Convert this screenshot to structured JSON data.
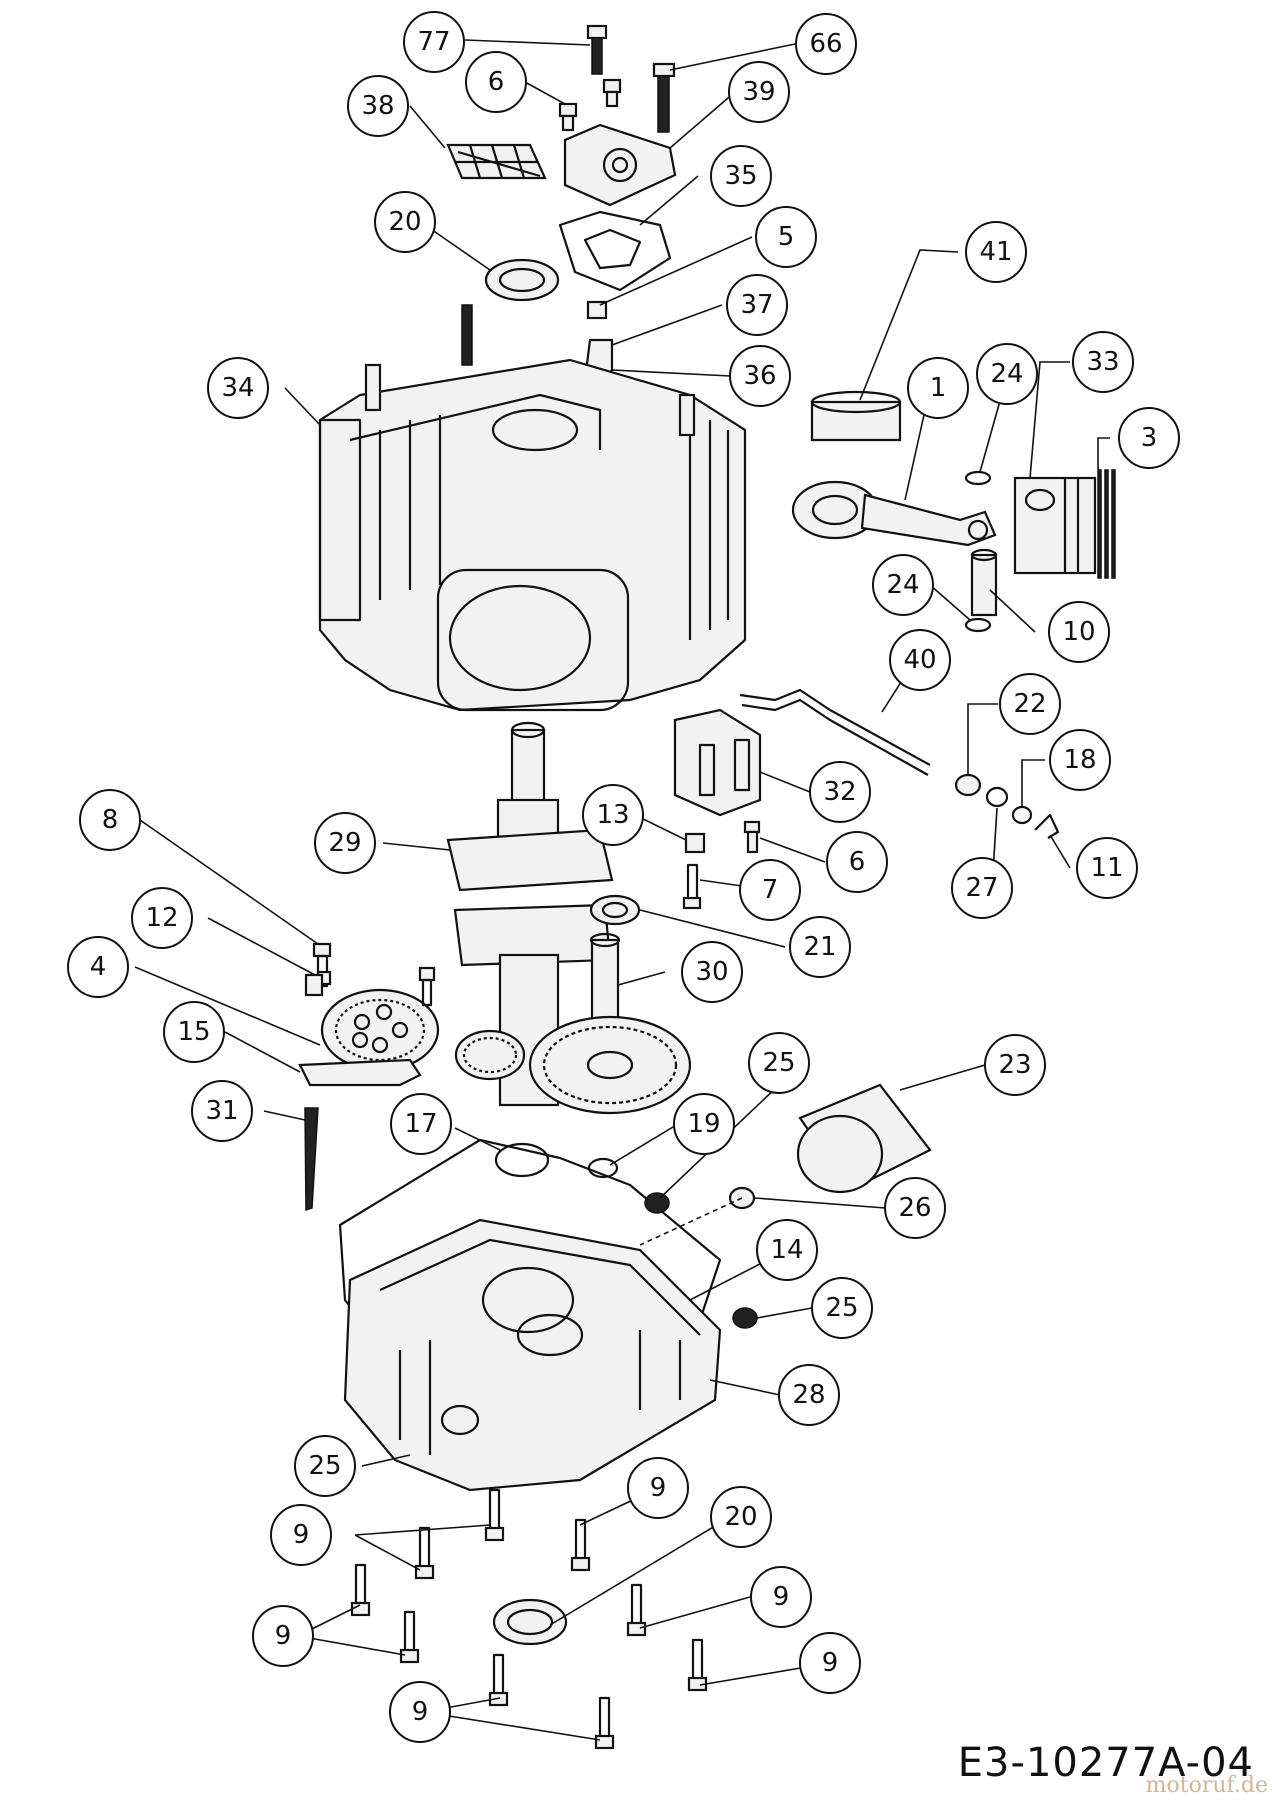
{
  "drawing_code": "E3-10277A-04",
  "watermark": "motoruf.de",
  "callouts": [
    {
      "id": "c-77",
      "label": "77"
    },
    {
      "id": "c-66",
      "label": "66"
    },
    {
      "id": "c-6a",
      "label": "6"
    },
    {
      "id": "c-38",
      "label": "38"
    },
    {
      "id": "c-39",
      "label": "39"
    },
    {
      "id": "c-35",
      "label": "35"
    },
    {
      "id": "c-20a",
      "label": "20"
    },
    {
      "id": "c-5",
      "label": "5"
    },
    {
      "id": "c-41",
      "label": "41"
    },
    {
      "id": "c-37",
      "label": "37"
    },
    {
      "id": "c-36",
      "label": "36"
    },
    {
      "id": "c-34",
      "label": "34"
    },
    {
      "id": "c-1",
      "label": "1"
    },
    {
      "id": "c-24a",
      "label": "24"
    },
    {
      "id": "c-33",
      "label": "33"
    },
    {
      "id": "c-3",
      "label": "3"
    },
    {
      "id": "c-24b",
      "label": "24"
    },
    {
      "id": "c-10",
      "label": "10"
    },
    {
      "id": "c-40",
      "label": "40"
    },
    {
      "id": "c-22",
      "label": "22"
    },
    {
      "id": "c-18",
      "label": "18"
    },
    {
      "id": "c-32",
      "label": "32"
    },
    {
      "id": "c-8",
      "label": "8"
    },
    {
      "id": "c-29",
      "label": "29"
    },
    {
      "id": "c-13",
      "label": "13"
    },
    {
      "id": "c-6b",
      "label": "6"
    },
    {
      "id": "c-7",
      "label": "7"
    },
    {
      "id": "c-27",
      "label": "27"
    },
    {
      "id": "c-11",
      "label": "11"
    },
    {
      "id": "c-12",
      "label": "12"
    },
    {
      "id": "c-21",
      "label": "21"
    },
    {
      "id": "c-4",
      "label": "4"
    },
    {
      "id": "c-30",
      "label": "30"
    },
    {
      "id": "c-15",
      "label": "15"
    },
    {
      "id": "c-25a",
      "label": "25"
    },
    {
      "id": "c-23",
      "label": "23"
    },
    {
      "id": "c-31",
      "label": "31"
    },
    {
      "id": "c-17",
      "label": "17"
    },
    {
      "id": "c-19",
      "label": "19"
    },
    {
      "id": "c-26",
      "label": "26"
    },
    {
      "id": "c-14",
      "label": "14"
    },
    {
      "id": "c-25b",
      "label": "25"
    },
    {
      "id": "c-28",
      "label": "28"
    },
    {
      "id": "c-25c",
      "label": "25"
    },
    {
      "id": "c-9a",
      "label": "9"
    },
    {
      "id": "c-20b",
      "label": "20"
    },
    {
      "id": "c-9b",
      "label": "9"
    },
    {
      "id": "c-9c",
      "label": "9"
    },
    {
      "id": "c-9d",
      "label": "9"
    },
    {
      "id": "c-9e",
      "label": "9"
    },
    {
      "id": "c-9f",
      "label": "9"
    }
  ]
}
